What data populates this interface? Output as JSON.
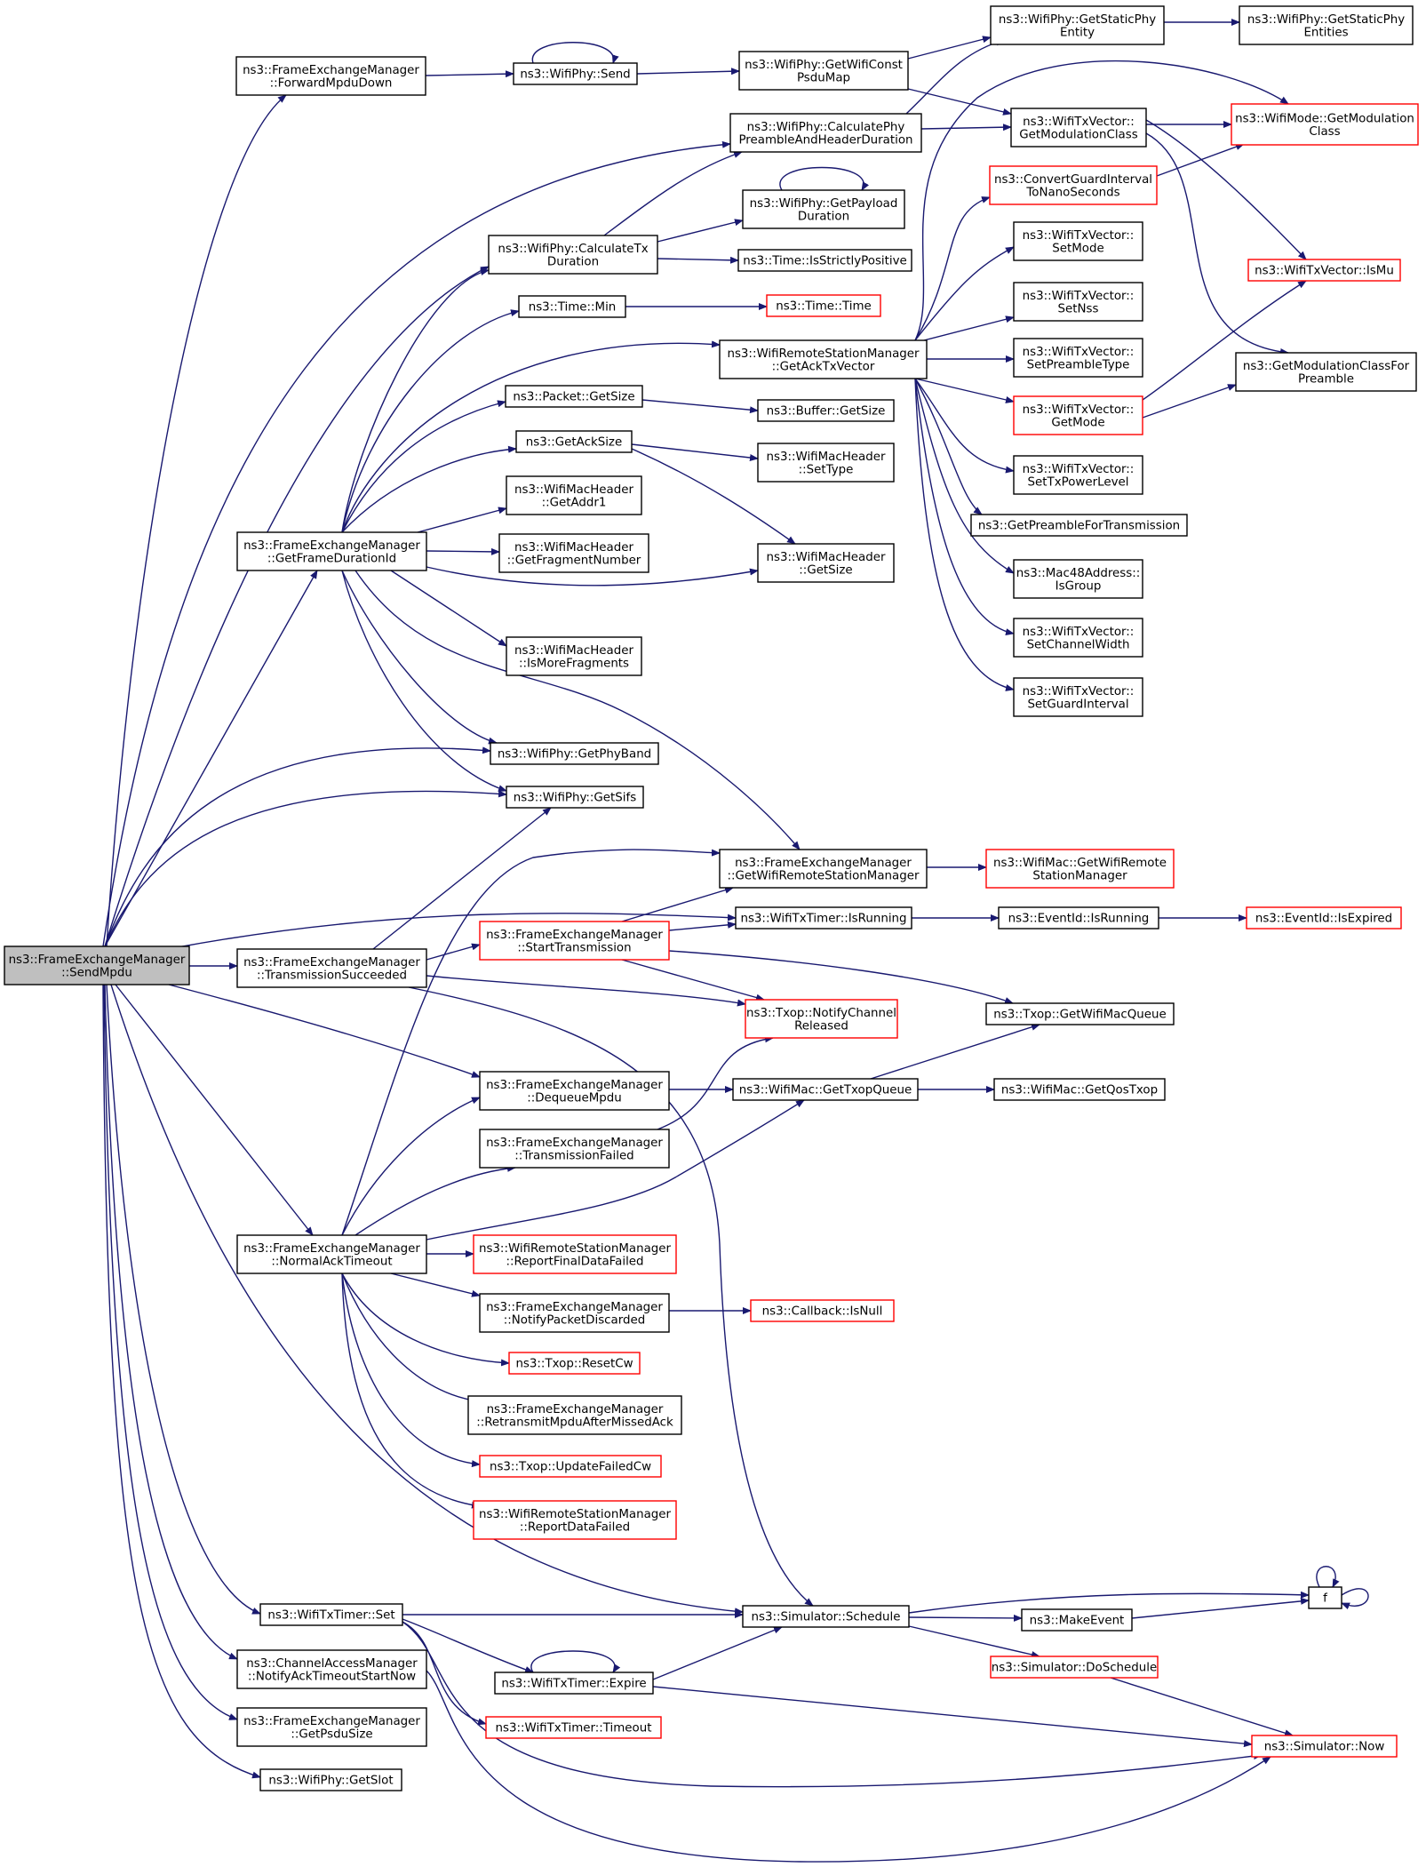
{
  "nodes": {
    "send_mpdu": {
      "lines": [
        "ns3::FrameExchangeManager",
        "::SendMpdu"
      ],
      "highlight": true
    },
    "forward_mpdu_down": {
      "lines": [
        "ns3::FrameExchangeManager",
        "::ForwardMpduDown"
      ]
    },
    "phy_send": {
      "lines": [
        "ns3::WifiPhy::Send"
      ]
    },
    "get_wifi_const_psdu_map": {
      "lines": [
        "ns3::WifiPhy::GetWifiConst",
        "PsduMap"
      ]
    },
    "get_static_phy_entity": {
      "lines": [
        "ns3::WifiPhy::GetStaticPhy",
        "Entity"
      ]
    },
    "get_static_phy_entities": {
      "lines": [
        "ns3::WifiPhy::GetStaticPhy",
        "Entities"
      ]
    },
    "calc_phy_preamble": {
      "lines": [
        "ns3::WifiPhy::CalculatePhy",
        "PreambleAndHeaderDuration"
      ]
    },
    "txvector_get_mod_class": {
      "lines": [
        "ns3::WifiTxVector::",
        "GetModulationClass"
      ]
    },
    "wifimode_get_mod_class": {
      "lines": [
        "ns3::WifiMode::GetModulation",
        "Class"
      ],
      "red": true
    },
    "convert_guard_interval": {
      "lines": [
        "ns3::ConvertGuardInterval",
        "ToNanoSeconds"
      ],
      "red": true
    },
    "get_payload_duration": {
      "lines": [
        "ns3::WifiPhy::GetPayload",
        "Duration"
      ]
    },
    "calculate_tx_duration": {
      "lines": [
        "ns3::WifiPhy::CalculateTx",
        "Duration"
      ]
    },
    "time_is_strictly_positive": {
      "lines": [
        "ns3::Time::IsStrictlyPositive"
      ]
    },
    "txvector_set_mode": {
      "lines": [
        "ns3::WifiTxVector::",
        "SetMode"
      ]
    },
    "txvector_is_mu": {
      "lines": [
        "ns3::WifiTxVector::IsMu"
      ],
      "red": true
    },
    "time_min": {
      "lines": [
        "ns3::Time::Min"
      ]
    },
    "time_time": {
      "lines": [
        "ns3::Time::Time"
      ],
      "red": true
    },
    "txvector_set_nss": {
      "lines": [
        "ns3::WifiTxVector::",
        "SetNss"
      ]
    },
    "get_ack_tx_vector": {
      "lines": [
        "ns3::WifiRemoteStationManager",
        "::GetAckTxVector"
      ]
    },
    "txvector_set_preamble_type": {
      "lines": [
        "ns3::WifiTxVector::",
        "SetPreambleType"
      ]
    },
    "get_mod_class_for_preamble": {
      "lines": [
        "ns3::GetModulationClassFor",
        "Preamble"
      ]
    },
    "packet_get_size": {
      "lines": [
        "ns3::Packet::GetSize"
      ]
    },
    "buffer_get_size": {
      "lines": [
        "ns3::Buffer::GetSize"
      ]
    },
    "txvector_get_mode": {
      "lines": [
        "ns3::WifiTxVector::",
        "GetMode"
      ],
      "red": true
    },
    "get_ack_size": {
      "lines": [
        "ns3::GetAckSize"
      ]
    },
    "machdr_set_type": {
      "lines": [
        "ns3::WifiMacHeader",
        "::SetType"
      ]
    },
    "txvector_set_tx_power_level": {
      "lines": [
        "ns3::WifiTxVector::",
        "SetTxPowerLevel"
      ]
    },
    "machdr_get_addr1": {
      "lines": [
        "ns3::WifiMacHeader",
        "::GetAddr1"
      ]
    },
    "get_preamble_for_transmission": {
      "lines": [
        "ns3::GetPreambleForTransmission"
      ]
    },
    "get_frame_duration_id": {
      "lines": [
        "ns3::FrameExchangeManager",
        "::GetFrameDurationId"
      ]
    },
    "machdr_get_fragment_number": {
      "lines": [
        "ns3::WifiMacHeader",
        "::GetFragmentNumber"
      ]
    },
    "machdr_get_size": {
      "lines": [
        "ns3::WifiMacHeader",
        "::GetSize"
      ]
    },
    "mac48_is_group": {
      "lines": [
        "ns3::Mac48Address::",
        "IsGroup"
      ]
    },
    "txvector_set_channel_width": {
      "lines": [
        "ns3::WifiTxVector::",
        "SetChannelWidth"
      ]
    },
    "machdr_is_more_fragments": {
      "lines": [
        "ns3::WifiMacHeader",
        "::IsMoreFragments"
      ]
    },
    "txvector_set_guard_interval": {
      "lines": [
        "ns3::WifiTxVector::",
        "SetGuardInterval"
      ]
    },
    "phy_get_phy_band": {
      "lines": [
        "ns3::WifiPhy::GetPhyBand"
      ]
    },
    "phy_get_sifs": {
      "lines": [
        "ns3::WifiPhy::GetSifs"
      ]
    },
    "fem_get_wifi_remote_station_manager": {
      "lines": [
        "ns3::FrameExchangeManager",
        "::GetWifiRemoteStationManager"
      ]
    },
    "mac_get_wifi_remote_station_manager": {
      "lines": [
        "ns3::WifiMac::GetWifiRemote",
        "StationManager"
      ],
      "red": true
    },
    "timer_is_running": {
      "lines": [
        "ns3::WifiTxTimer::IsRunning"
      ]
    },
    "eventid_is_running": {
      "lines": [
        "ns3::EventId::IsRunning"
      ]
    },
    "eventid_is_expired": {
      "lines": [
        "ns3::EventId::IsExpired"
      ],
      "red": true
    },
    "start_transmission": {
      "lines": [
        "ns3::FrameExchangeManager",
        "::StartTransmission"
      ],
      "red": true
    },
    "transmission_succeeded": {
      "lines": [
        "ns3::FrameExchangeManager",
        "::TransmissionSucceeded"
      ]
    },
    "txop_notify_channel_released": {
      "lines": [
        "ns3::Txop::NotifyChannel",
        "Released"
      ],
      "red": true
    },
    "txop_get_wifi_mac_queue": {
      "lines": [
        "ns3::Txop::GetWifiMacQueue"
      ]
    },
    "dequeue_mpdu": {
      "lines": [
        "ns3::FrameExchangeManager",
        "::DequeueMpdu"
      ]
    },
    "mac_get_txop_queue": {
      "lines": [
        "ns3::WifiMac::GetTxopQueue"
      ]
    },
    "mac_get_qos_txop": {
      "lines": [
        "ns3::WifiMac::GetQosTxop"
      ]
    },
    "transmission_failed": {
      "lines": [
        "ns3::FrameExchangeManager",
        "::TransmissionFailed"
      ]
    },
    "normal_ack_timeout": {
      "lines": [
        "ns3::FrameExchangeManager",
        "::NormalAckTimeout"
      ]
    },
    "report_final_data_failed": {
      "lines": [
        "ns3::WifiRemoteStationManager",
        "::ReportFinalDataFailed"
      ],
      "red": true
    },
    "notify_packet_discarded": {
      "lines": [
        "ns3::FrameExchangeManager",
        "::NotifyPacketDiscarded"
      ]
    },
    "callback_is_null": {
      "lines": [
        "ns3::Callback::IsNull"
      ],
      "red": true
    },
    "txop_reset_cw": {
      "lines": [
        "ns3::Txop::ResetCw"
      ],
      "red": true
    },
    "retransmit_mpdu_after_missed_ack": {
      "lines": [
        "ns3::FrameExchangeManager",
        "::RetransmitMpduAfterMissedAck"
      ]
    },
    "txop_update_failed_cw": {
      "lines": [
        "ns3::Txop::UpdateFailedCw"
      ],
      "red": true
    },
    "report_data_failed": {
      "lines": [
        "ns3::WifiRemoteStationManager",
        "::ReportDataFailed"
      ],
      "red": true
    },
    "f": {
      "lines": [
        "f"
      ]
    },
    "timer_set": {
      "lines": [
        "ns3::WifiTxTimer::Set"
      ]
    },
    "simulator_schedule": {
      "lines": [
        "ns3::Simulator::Schedule"
      ]
    },
    "make_event": {
      "lines": [
        "ns3::MakeEvent"
      ]
    },
    "simulator_do_schedule": {
      "lines": [
        "ns3::Simulator::DoSchedule"
      ],
      "red": true
    },
    "notify_ack_timeout_start_now": {
      "lines": [
        "ns3::ChannelAccessManager",
        "::NotifyAckTimeoutStartNow"
      ]
    },
    "timer_expire": {
      "lines": [
        "ns3::WifiTxTimer::Expire"
      ]
    },
    "timer_timeout": {
      "lines": [
        "ns3::WifiTxTimer::Timeout"
      ],
      "red": true
    },
    "get_psdu_size": {
      "lines": [
        "ns3::FrameExchangeManager",
        "::GetPsduSize"
      ]
    },
    "simulator_now": {
      "lines": [
        "ns3::Simulator::Now"
      ],
      "red": true
    },
    "phy_get_slot": {
      "lines": [
        "ns3::WifiPhy::GetSlot"
      ]
    }
  },
  "colors": {
    "edge": "#191970",
    "box_border": "#000000",
    "red_border": "#ff0000",
    "highlight_fill": "#bfbfbf"
  }
}
